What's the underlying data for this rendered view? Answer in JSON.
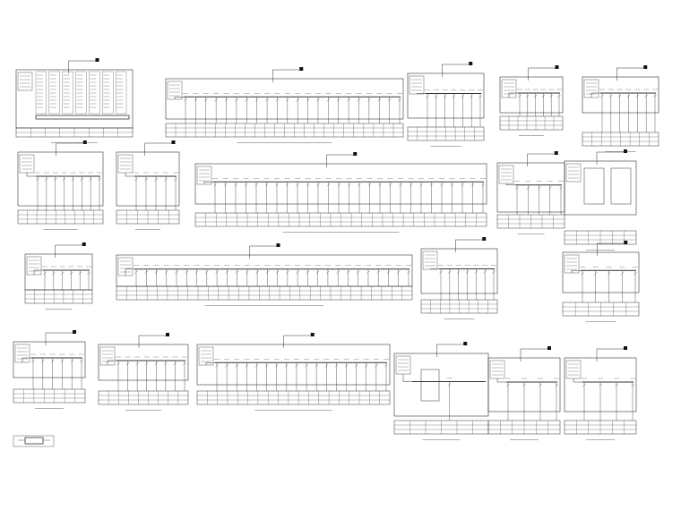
{
  "drawing": {
    "line_color": "#333333",
    "background": "#ffffff"
  },
  "panels": [
    {
      "id": "p01",
      "caption": "",
      "header": "",
      "rows": [
        [],
        []
      ]
    },
    {
      "id": "p02",
      "caption": "",
      "header": "",
      "rows": [
        [],
        [],
        []
      ]
    },
    {
      "id": "p03",
      "caption": "",
      "header": "",
      "rows": [
        [],
        [],
        []
      ]
    },
    {
      "id": "p04",
      "caption": "",
      "header": "",
      "rows": [
        [],
        [],
        []
      ]
    },
    {
      "id": "p05",
      "caption": "",
      "header": "",
      "rows": [
        [],
        [],
        []
      ]
    },
    {
      "id": "p06",
      "caption": "",
      "header": "",
      "rows": [
        [],
        [],
        []
      ]
    },
    {
      "id": "p07",
      "caption": "",
      "header": "",
      "rows": [
        [],
        [],
        []
      ]
    },
    {
      "id": "p08",
      "caption": "",
      "header": "",
      "rows": [
        [],
        [],
        []
      ]
    },
    {
      "id": "p09",
      "caption": "",
      "header": "",
      "rows": [
        [],
        [],
        []
      ]
    },
    {
      "id": "p10",
      "caption": "",
      "header": "",
      "rows": [
        [],
        [],
        []
      ]
    },
    {
      "id": "p11",
      "caption": "",
      "header": "",
      "rows": [
        [],
        [],
        []
      ]
    },
    {
      "id": "p12",
      "caption": "",
      "header": "",
      "rows": [
        [],
        [],
        []
      ]
    },
    {
      "id": "p13",
      "caption": "",
      "header": "",
      "rows": [
        [],
        [],
        []
      ]
    },
    {
      "id": "p14",
      "caption": "",
      "header": "",
      "rows": [
        [],
        [],
        []
      ]
    },
    {
      "id": "p15",
      "caption": "",
      "header": "",
      "rows": [
        [],
        [],
        []
      ]
    },
    {
      "id": "p16",
      "caption": "",
      "header": "",
      "rows": [
        [],
        [],
        []
      ]
    },
    {
      "id": "p17",
      "caption": "",
      "header": "",
      "rows": [
        [],
        [],
        []
      ]
    },
    {
      "id": "p18",
      "caption": "",
      "header": "",
      "rows": [
        [],
        [],
        []
      ]
    },
    {
      "id": "p19",
      "caption": "",
      "header": "",
      "rows": [
        [],
        [],
        []
      ]
    },
    {
      "id": "p20",
      "caption": "",
      "header": "",
      "rows": [
        [],
        [],
        []
      ]
    }
  ]
}
